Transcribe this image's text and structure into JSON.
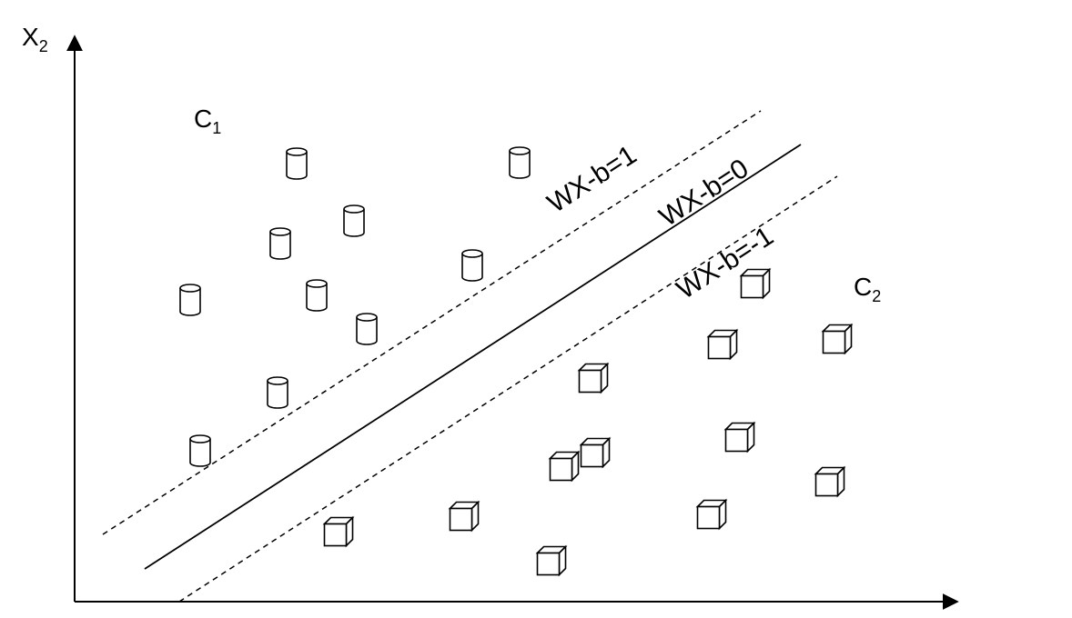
{
  "axes": {
    "y_label": {
      "main": "X",
      "sub": "2"
    }
  },
  "classes": {
    "c1": {
      "main": "C",
      "sub": "1",
      "marker": "cylinder-icon"
    },
    "c2": {
      "main": "C",
      "sub": "2",
      "marker": "cube-icon"
    }
  },
  "lines": {
    "upper_margin": "WX-b=1",
    "boundary": "WX-b=0",
    "lower_margin": "WX-b=-1"
  },
  "colors": {
    "ink": "#000000",
    "background": "#ffffff"
  }
}
